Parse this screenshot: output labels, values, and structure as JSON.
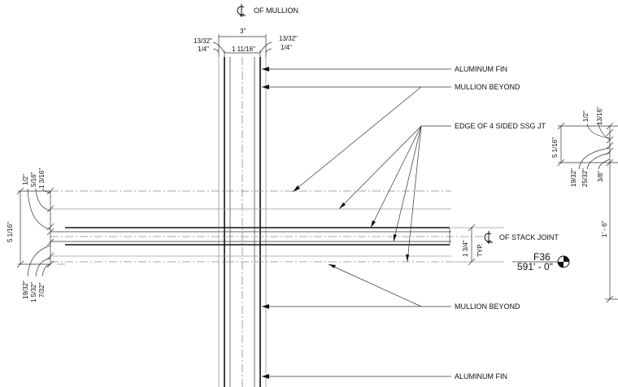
{
  "labels": {
    "mullion_cl": "OF MULLION",
    "aluminum_fin_top": "ALUMINUM FIN",
    "mullion_beyond_top": "MULLION BEYOND",
    "ssg_joint": "EDGE OF 4 SIDED SSG JT",
    "stack_joint": "OF STACK JOINT",
    "mullion_beyond_bottom": "MULLION BEYOND",
    "aluminum_fin_bottom": "ALUMINUM FIN"
  },
  "dimensions": {
    "top_total": "3\"",
    "top_left_outer": "13/32\"",
    "top_left_inner": "1/4\"",
    "top_center": "1 11/16\"",
    "top_right_outer": "13/32\"",
    "top_right_inner": "1/4\"",
    "left_height": "5 1/16\"",
    "left_a": "1/2\"",
    "left_b": "5/16\"",
    "left_c": "1 3/16\"",
    "left_d": "19/32\"",
    "left_e": "1 5/32\"",
    "left_f": "7/32\"",
    "joint_gap": "1 3/4\"",
    "joint_typ": "TYP.",
    "right_a": "1/2\"",
    "right_b": "13/16\"",
    "right_c": "5 1/16\"",
    "right_d": "19/32\"",
    "right_e": "25/32\"",
    "right_f": "3/8\"",
    "right_span": "1' - 6\""
  },
  "elevation": {
    "tag": "F36",
    "value": "591' - 0\""
  },
  "symbols": {
    "centerline": "centerline-icon",
    "elevation_marker": "elevation-target-icon"
  }
}
